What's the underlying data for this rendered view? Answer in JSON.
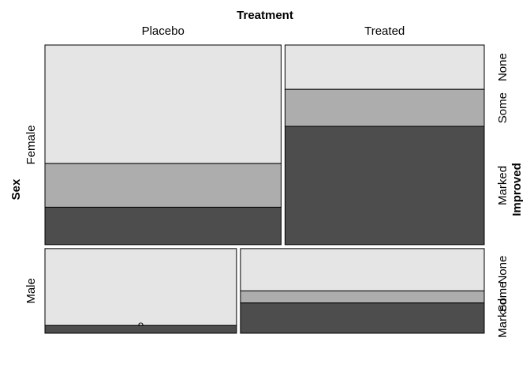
{
  "chart_data": {
    "type": "mosaic",
    "column_variable": "Treatment",
    "row_variable": "Sex",
    "fill_variable": "Improved",
    "columns": [
      "Placebo",
      "Treated"
    ],
    "rows": [
      "Female",
      "Male"
    ],
    "levels": [
      "None",
      "Some",
      "Marked"
    ],
    "level_colors": {
      "None": "#e5e5e5",
      "Some": "#adadad",
      "Marked": "#4d4d4d"
    },
    "level_labels": {
      "Female": [
        "None",
        "Some",
        "Marked"
      ],
      "Male": [
        "None",
        "Some",
        "Marked"
      ]
    },
    "counts": {
      "Female": {
        "Placebo": {
          "None": 19,
          "Some": 7,
          "Marked": 6
        },
        "Treated": {
          "None": 6,
          "Some": 5,
          "Marked": 16
        }
      },
      "Male": {
        "Placebo": {
          "None": 10,
          "Some": 0,
          "Marked": 1
        },
        "Treated": {
          "None": 7,
          "Some": 2,
          "Marked": 5
        }
      }
    },
    "zero_cell_marker": "o"
  }
}
